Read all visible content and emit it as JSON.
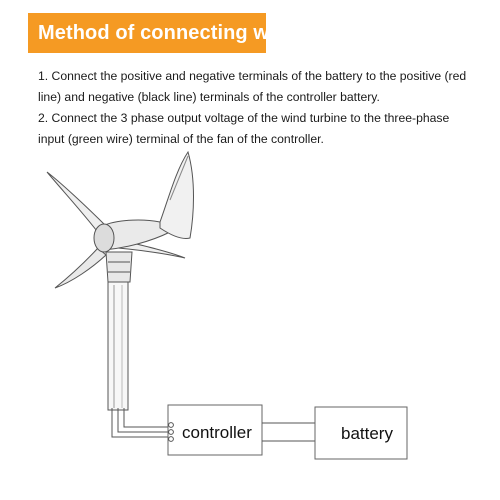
{
  "title": "Method of connecting wire",
  "colors": {
    "banner": "#f59a23",
    "banner_text": "#ffffff",
    "lines": "#555555"
  },
  "instructions": [
    "1. Connect the positive and negative terminals of the battery to the positive (red line) and negative (black line) terminals of the controller battery.",
    "2. Connect the 3 phase output voltage of the wind turbine to the three-phase input (green wire) terminal of the fan of the controller."
  ],
  "diagram": {
    "controller_label": "controller",
    "battery_label": "battery",
    "plus_sign": "+",
    "minus_sign": "−"
  }
}
